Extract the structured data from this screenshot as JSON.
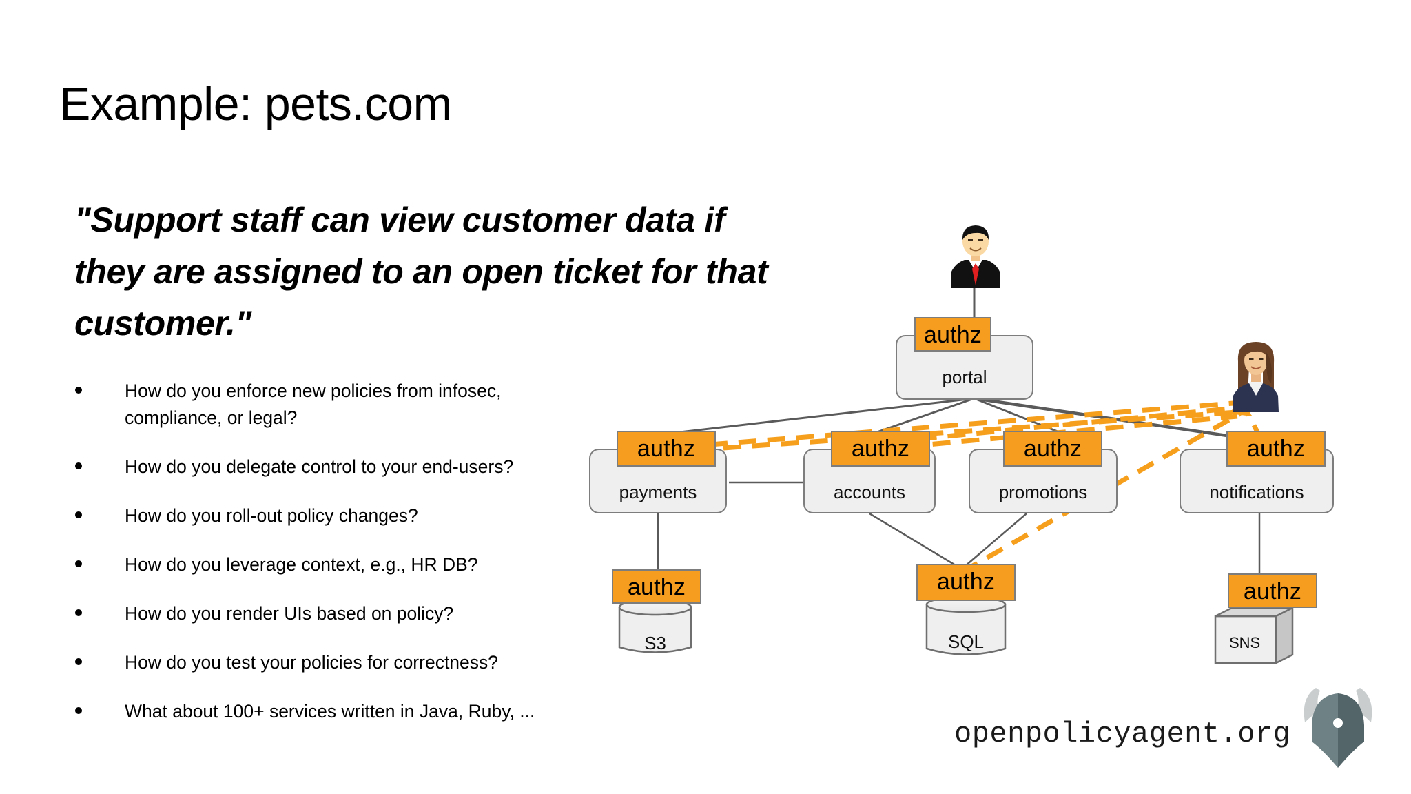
{
  "slide": {
    "title": "Example: pets.com",
    "quote": "\"Support staff can view customer data if they are assigned to an open ticket for that customer.\"",
    "bullets": [
      "How do you enforce new policies from infosec, compliance, or legal?",
      "How do you delegate control to your end-users?",
      "How do you roll-out policy changes?",
      "How do you leverage context, e.g., HR DB?",
      "How do you render UIs based on policy?",
      "How do you test your policies for correctness?",
      "What about 100+ services written in Java, Ruby, ..."
    ]
  },
  "footer": {
    "url": "openpolicyagent.org",
    "logo_icon": "opa-viking-helmet-icon"
  },
  "diagram": {
    "authz_label": "authz",
    "accent_color": "#f69c1f",
    "node_fill": "#efefef",
    "node_stroke": "#7d7d7d",
    "actors": [
      {
        "id": "admin",
        "icon": "businessman-avatar-icon"
      },
      {
        "id": "support-staff",
        "icon": "businesswoman-avatar-icon"
      }
    ],
    "services": [
      {
        "id": "portal",
        "label": "portal"
      },
      {
        "id": "payments",
        "label": "payments"
      },
      {
        "id": "accounts",
        "label": "accounts"
      },
      {
        "id": "promotions",
        "label": "promotions"
      },
      {
        "id": "notifications",
        "label": "notifications"
      }
    ],
    "datastores": [
      {
        "id": "s3",
        "label": "S3",
        "shape": "cylinder"
      },
      {
        "id": "sql",
        "label": "SQL",
        "shape": "cylinder"
      },
      {
        "id": "sns",
        "label": "SNS",
        "shape": "cube"
      }
    ]
  }
}
